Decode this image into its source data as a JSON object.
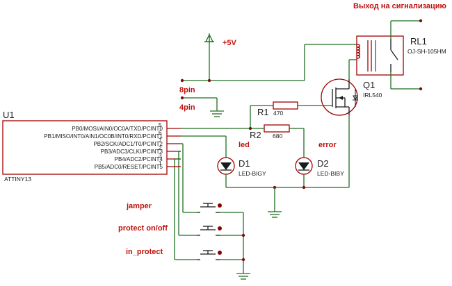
{
  "relay_output_label": "Выход на сигнализацию",
  "power": {
    "label": "+5V"
  },
  "connector": {
    "pin8": "8pin",
    "pin4": "4pin"
  },
  "u1": {
    "ref": "U1",
    "value": "ATTINY13",
    "pins": [
      {
        "name": "PB0/MOSI/AIN0/OC0A/TXD/PCINT0",
        "num": "5"
      },
      {
        "name": "PB1/MISO/INT0/AIN1/OC0B/INT0/RXD/PCINT1",
        "num": "6"
      },
      {
        "name": "PB2/SCK/ADC1/T0/PCINT2",
        "num": "7"
      },
      {
        "name": "PB3/ADC3/CLKI/PCINT3",
        "num": "2"
      },
      {
        "name": "PB4/ADC2/PCINT4",
        "num": "3"
      },
      {
        "name": "PB5/ADC0/RESET/PCINT5",
        "num": "1"
      }
    ]
  },
  "r1": {
    "ref": "R1",
    "value": "470"
  },
  "r2": {
    "ref": "R2",
    "value": "680"
  },
  "q1": {
    "ref": "Q1",
    "value": "IRL540"
  },
  "rl1": {
    "ref": "RL1",
    "value": "OJ-SH-105HM"
  },
  "d1": {
    "ref": "D1",
    "value": "LED-BIGY",
    "label": "led"
  },
  "d2": {
    "ref": "D2",
    "value": "LED-BIBY",
    "label": "error"
  },
  "switches": [
    {
      "label": "jamper"
    },
    {
      "label": "protect on/off"
    },
    {
      "label": "in_protect"
    }
  ]
}
